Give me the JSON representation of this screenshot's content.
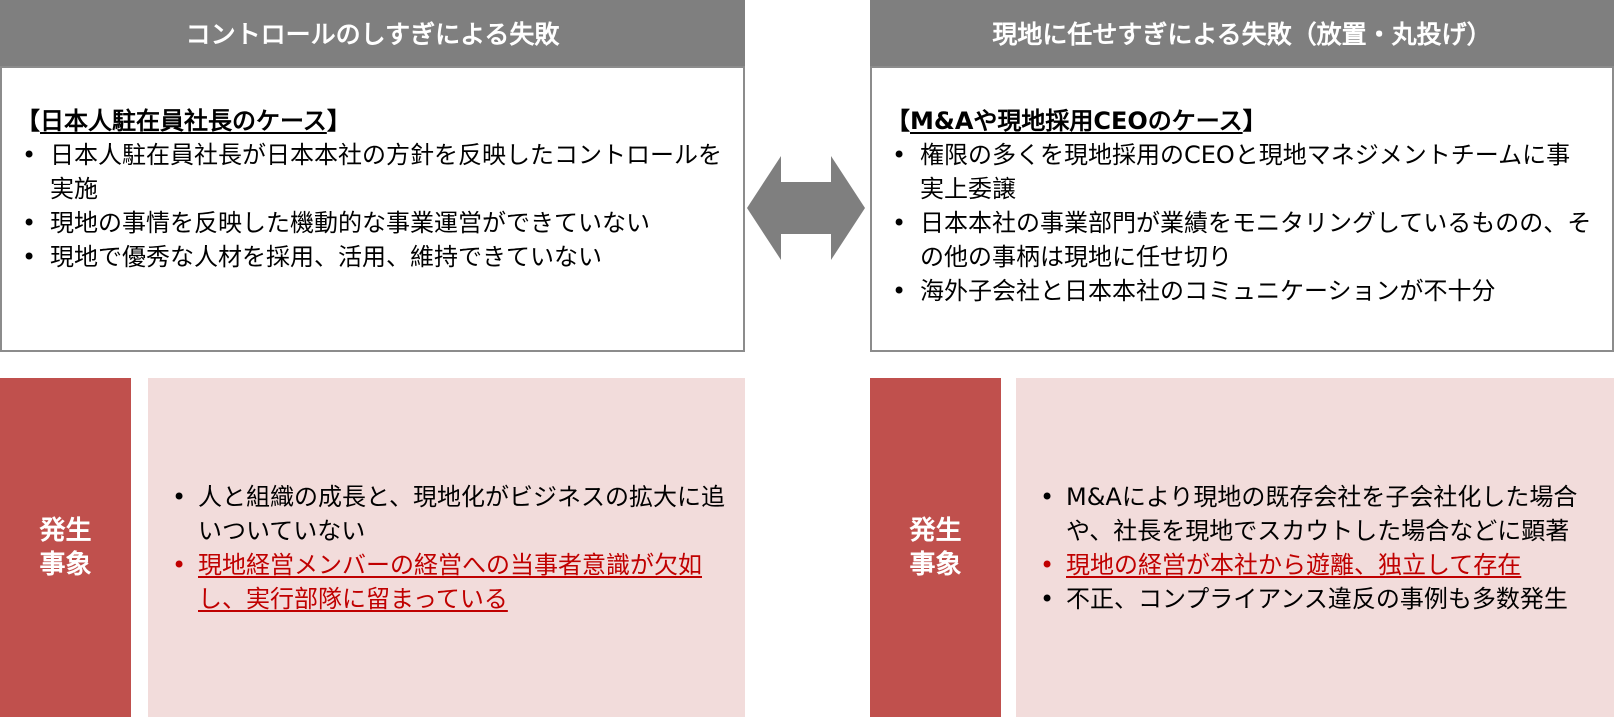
{
  "left": {
    "header": "コントロールのしすぎによる失敗",
    "case_title_open": "【",
    "case_title_text": "日本人駐在員社長のケース",
    "case_title_close": "】",
    "bullets": [
      "日本人駐在員社長が日本本社の方針を反映したコントロールを実施",
      "現地の事情を反映した機動的な事業運営ができていない",
      "現地で優秀な人材を採用、活用、維持できていない"
    ],
    "tag_line1": "発生",
    "tag_line2": "事象",
    "results": [
      "人と組織の成長と、現地化がビジネスの拡大に追いついていない",
      "現地経営メンバーの経営への当事者意識が欠如し、実行部隊に留まっている"
    ]
  },
  "right": {
    "header": "現地に任せすぎによる失敗（放置・丸投げ）",
    "case_title_open": "【",
    "case_title_text": "M&Aや現地採用CEOのケース",
    "case_title_close": "】",
    "bullets": [
      "権限の多くを現地採用のCEOと現地マネジメントチームに事実上委譲",
      "日本本社の事業部門が業績をモニタリングしているものの、その他の事柄は現地に任せ切り",
      "海外子会社と日本本社のコミュニケーションが不十分"
    ],
    "tag_line1": "発生",
    "tag_line2": "事象",
    "results": [
      "M&Aにより現地の既存会社を子会社化した場合や、社長を現地でスカウトした場合などに顕著",
      "現地の経営が本社から遊離、独立して存在",
      "不正、コンプライアンス違反の事例も多数発生"
    ]
  },
  "colors": {
    "header_bg": "#7f7f7f",
    "tag_bg": "#c0504d",
    "result_bg": "#f2dcdb",
    "highlight_text": "#c00000",
    "arrow": "#7f7f7f"
  },
  "icons": {
    "center": "double-headed-arrow-icon"
  }
}
